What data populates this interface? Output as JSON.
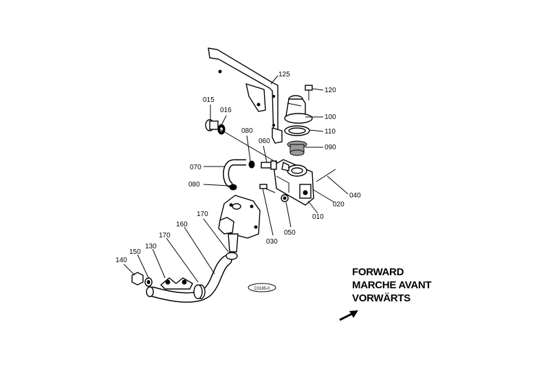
{
  "diagram": {
    "callouts": [
      {
        "id": "125",
        "text": "125"
      },
      {
        "id": "120",
        "text": "120"
      },
      {
        "id": "100",
        "text": "100"
      },
      {
        "id": "110",
        "text": "110"
      },
      {
        "id": "090",
        "text": "090"
      },
      {
        "id": "015",
        "text": "015"
      },
      {
        "id": "016",
        "text": "016"
      },
      {
        "id": "080a",
        "text": "080"
      },
      {
        "id": "060",
        "text": "060"
      },
      {
        "id": "070",
        "text": "070"
      },
      {
        "id": "080b",
        "text": "080"
      },
      {
        "id": "040",
        "text": "040"
      },
      {
        "id": "020",
        "text": "020"
      },
      {
        "id": "010",
        "text": "010"
      },
      {
        "id": "050",
        "text": "050"
      },
      {
        "id": "030",
        "text": "030"
      },
      {
        "id": "170a",
        "text": "170"
      },
      {
        "id": "160",
        "text": "160"
      },
      {
        "id": "170b",
        "text": "170"
      },
      {
        "id": "150",
        "text": "150"
      },
      {
        "id": "140",
        "text": "140"
      },
      {
        "id": "130",
        "text": "130"
      }
    ],
    "reference_stamp": "C0185-0",
    "direction_labels": [
      "FORWARD",
      "MARCHE AVANT",
      "VORWÄRTS"
    ]
  }
}
